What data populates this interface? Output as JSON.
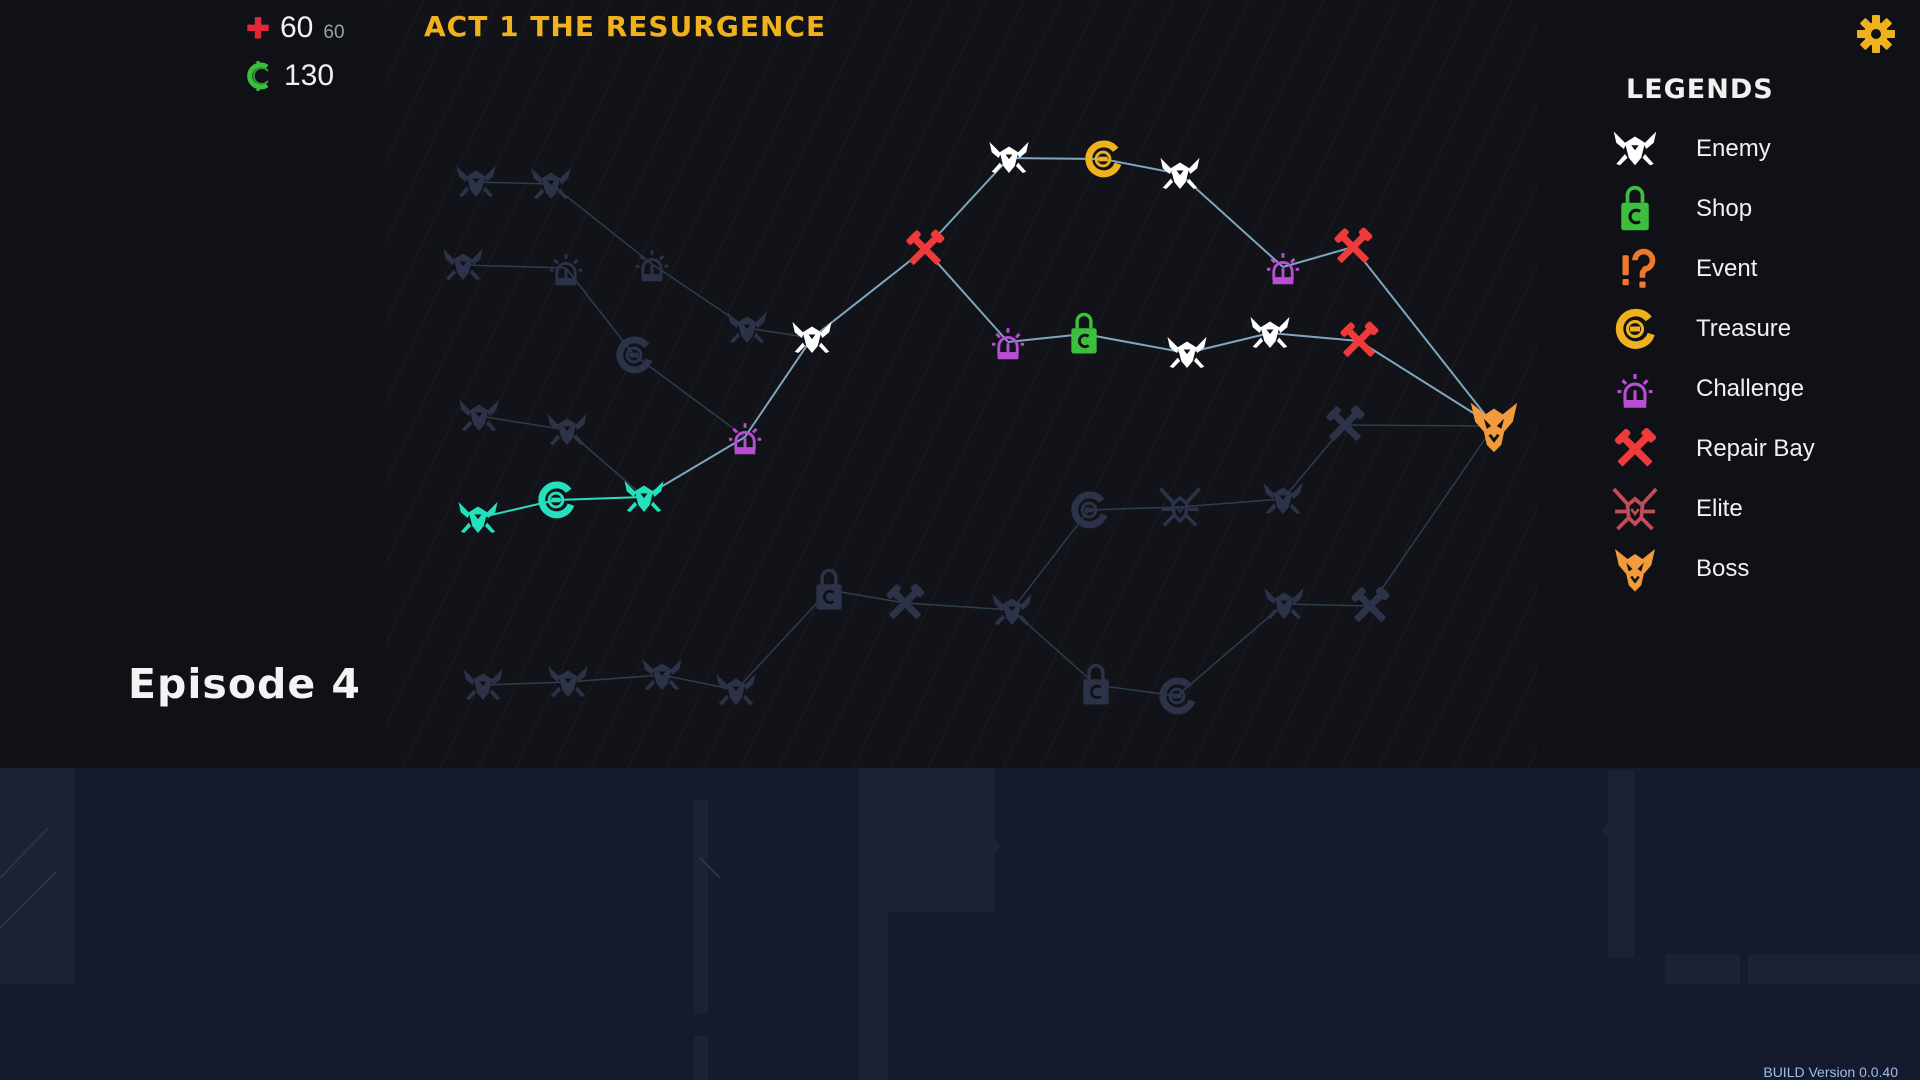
{
  "hud": {
    "hp": "60",
    "hp_max": "60",
    "credits": "130"
  },
  "act_title": "ACT 1 THE RESURGENCE",
  "episode": "Episode 4",
  "legend": {
    "title": "LEGENDS",
    "items": [
      {
        "label": "Enemy",
        "type": "enemy"
      },
      {
        "label": "Shop",
        "type": "shop"
      },
      {
        "label": "Event",
        "type": "event"
      },
      {
        "label": "Treasure",
        "type": "treasure"
      },
      {
        "label": "Challenge",
        "type": "challenge"
      },
      {
        "label": "Repair Bay",
        "type": "repair"
      },
      {
        "label": "Elite",
        "type": "elite"
      },
      {
        "label": "Boss",
        "type": "boss"
      }
    ]
  },
  "build_version": "BUILD Version 0.0.40",
  "colors": {
    "enemy": "#ffffff",
    "shop": "#3bbf3d",
    "event": "#f0782a",
    "treasure": "#f0b11e",
    "challenge": "#b94dd6",
    "repair": "#ee3a3a",
    "elite": "#c24d58",
    "boss": "#f39a3c",
    "visited": "#25e0bd",
    "dim": "#2c3349",
    "line": "#2a3e4c"
  },
  "map": {
    "nodes": [
      {
        "id": "e1",
        "type": "enemy",
        "state": "dim"
      },
      {
        "id": "e2",
        "type": "enemy",
        "state": "dim"
      },
      {
        "id": "e3",
        "type": "enemy",
        "state": "dim"
      },
      {
        "id": "c1",
        "type": "challenge",
        "state": "dim"
      },
      {
        "id": "c2",
        "type": "challenge",
        "state": "dim"
      },
      {
        "id": "t1",
        "type": "treasure",
        "state": "dim"
      },
      {
        "id": "e4",
        "type": "enemy",
        "state": "dim"
      },
      {
        "id": "e5",
        "type": "enemy",
        "state": "dim"
      },
      {
        "id": "e6",
        "type": "enemy",
        "state": "dim"
      },
      {
        "id": "e7",
        "type": "enemy",
        "state": "dim"
      },
      {
        "id": "e8",
        "type": "enemy",
        "state": "dim"
      },
      {
        "id": "e9",
        "type": "enemy",
        "state": "dim"
      },
      {
        "id": "e10",
        "type": "enemy",
        "state": "dim"
      },
      {
        "id": "s1",
        "type": "shop",
        "state": "dim"
      },
      {
        "id": "r1",
        "type": "repair",
        "state": "dim"
      },
      {
        "id": "e11",
        "type": "enemy",
        "state": "dim"
      },
      {
        "id": "s2",
        "type": "shop",
        "state": "dim"
      },
      {
        "id": "t2",
        "type": "treasure",
        "state": "dim"
      },
      {
        "id": "t3",
        "type": "treasure",
        "state": "dim"
      },
      {
        "id": "el1",
        "type": "elite",
        "state": "dim"
      },
      {
        "id": "e12",
        "type": "enemy",
        "state": "dim"
      },
      {
        "id": "r2",
        "type": "repair",
        "state": "dim"
      },
      {
        "id": "e13",
        "type": "enemy",
        "state": "dim"
      },
      {
        "id": "r3",
        "type": "repair",
        "state": "dim"
      },
      {
        "id": "v1",
        "type": "enemy",
        "state": "visited"
      },
      {
        "id": "v2",
        "type": "treasure",
        "state": "visited"
      },
      {
        "id": "v3",
        "type": "enemy",
        "state": "visited"
      },
      {
        "id": "a1",
        "type": "challenge",
        "state": "active"
      },
      {
        "id": "a2",
        "type": "enemy",
        "state": "active"
      },
      {
        "id": "a3",
        "type": "repair",
        "state": "active"
      },
      {
        "id": "a4",
        "type": "enemy",
        "state": "active"
      },
      {
        "id": "a5",
        "type": "treasure",
        "state": "active"
      },
      {
        "id": "a6",
        "type": "enemy",
        "state": "active"
      },
      {
        "id": "a7",
        "type": "challenge",
        "state": "active"
      },
      {
        "id": "a8",
        "type": "repair",
        "state": "active"
      },
      {
        "id": "a9",
        "type": "challenge",
        "state": "active"
      },
      {
        "id": "a10",
        "type": "shop",
        "state": "active"
      },
      {
        "id": "a11",
        "type": "enemy",
        "state": "active"
      },
      {
        "id": "a12",
        "type": "enemy",
        "state": "active"
      },
      {
        "id": "a13",
        "type": "repair",
        "state": "active"
      },
      {
        "id": "boss",
        "type": "boss",
        "state": "active"
      }
    ]
  }
}
